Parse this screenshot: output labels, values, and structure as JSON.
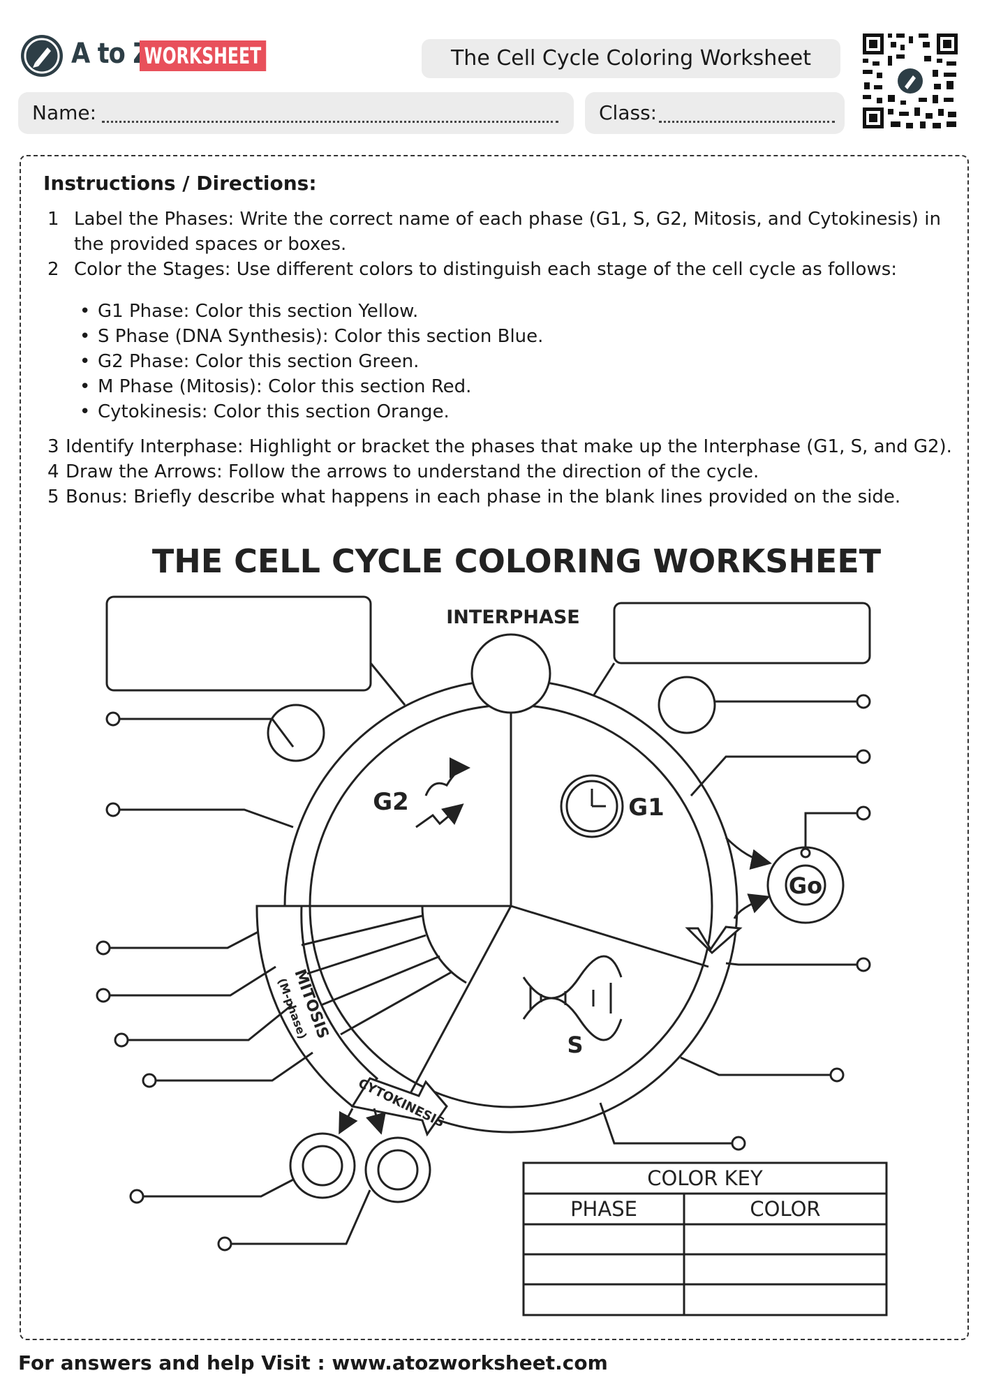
{
  "header": {
    "logo_brand": "A to Z",
    "logo_ws": "WORKSHEET",
    "title": "The Cell Cycle Coloring Worksheet",
    "name_label": "Name:",
    "class_label": "Class:"
  },
  "instructions": {
    "heading": "Instructions / Directions:",
    "items": [
      {
        "num": "1",
        "text": "Label the Phases: Write the correct name of each phase (G1, S, G2, Mitosis, and Cytokinesis) in",
        "text2": "the provided spaces or boxes."
      },
      {
        "num": "2",
        "text": "Color the Stages: Use different colors to distinguish each stage of the cell cycle as follows:"
      },
      {
        "num": "3",
        "text": "Identify Interphase: Highlight or bracket the phases that make up the Interphase (G1, S, and G2)."
      },
      {
        "num": "4",
        "text": "Draw the Arrows: Follow the arrows to understand the direction of the cycle."
      },
      {
        "num": "5",
        "text": "Bonus: Briefly describe what happens in each phase in the blank lines provided on the side."
      }
    ],
    "bullets": [
      "G1 Phase: Color this section Yellow.",
      "S Phase (DNA Synthesis): Color this section Blue.",
      "G2 Phase: Color this section Green.",
      "M Phase (Mitosis): Color this section Red.",
      "Cytokinesis: Color this section Orange."
    ]
  },
  "diagram": {
    "title": "THE CELL CYCLE COLORING WORKSHEET",
    "interphase": "INTERPHASE",
    "g2": "G2",
    "g1": "G1",
    "s": "S",
    "go": "Go",
    "mitosis": "MITOSIS",
    "mphase": "(M-phase)",
    "cytokinesis": "CYTOKINESIS",
    "color_key": {
      "title": "COLOR KEY",
      "col1": "PHASE",
      "col2": "COLOR"
    }
  },
  "footer": "For answers and help Visit : www.atozworksheet.com"
}
